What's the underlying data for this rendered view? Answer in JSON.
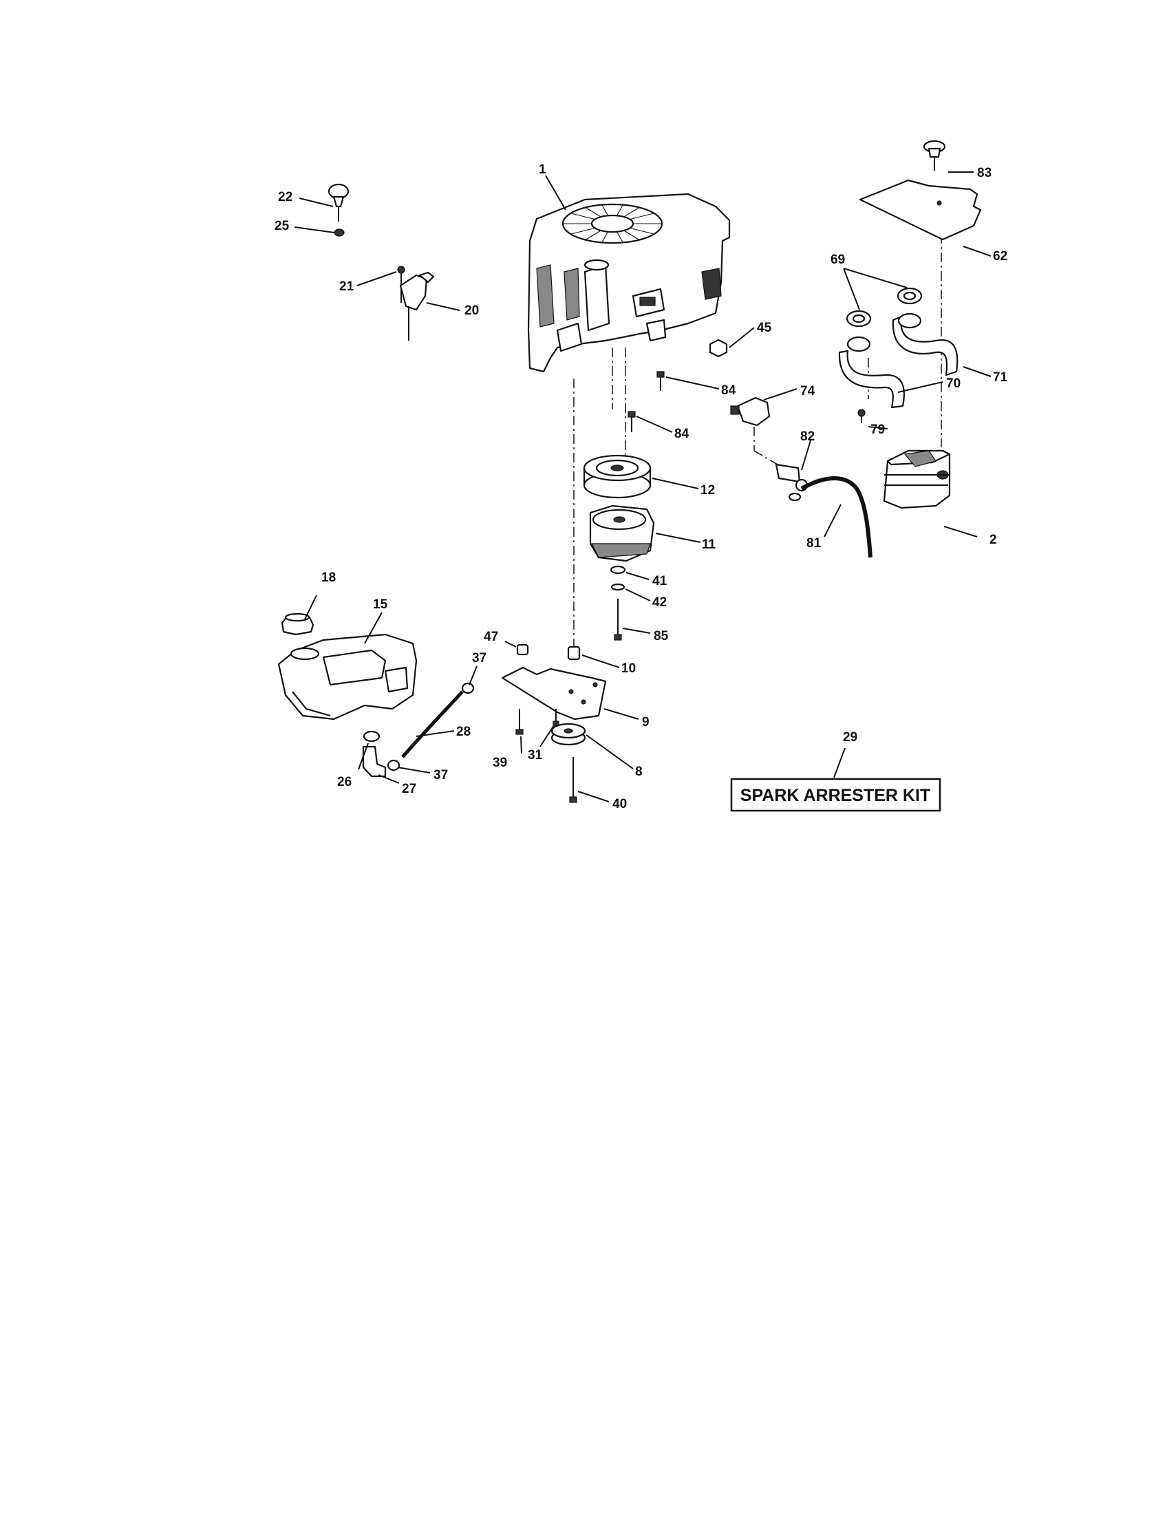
{
  "diagram": {
    "kit_label": "SPARK ARRESTER KIT",
    "labels": {
      "p1": "1",
      "p2": "2",
      "p8": "8",
      "p9": "9",
      "p10": "10",
      "p11": "11",
      "p12": "12",
      "p15": "15",
      "p18": "18",
      "p20": "20",
      "p21": "21",
      "p22": "22",
      "p25": "25",
      "p26": "26",
      "p27": "27",
      "p28": "28",
      "p29": "29",
      "p31": "31",
      "p37a": "37",
      "p37b": "37",
      "p39": "39",
      "p40": "40",
      "p41": "41",
      "p42": "42",
      "p45": "45",
      "p47": "47",
      "p62": "62",
      "p69": "69",
      "p70": "70",
      "p71": "71",
      "p74": "74",
      "p79": "79",
      "p81": "81",
      "p82": "82",
      "p83": "83",
      "p84a": "84",
      "p84b": "84",
      "p85": "85"
    }
  }
}
